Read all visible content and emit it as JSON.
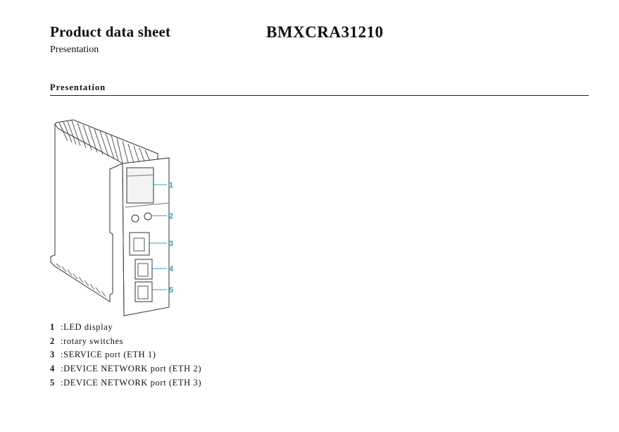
{
  "header": {
    "title": "Product data sheet",
    "subtitle": "Presentation",
    "product_code": "BMXCRA31210"
  },
  "section": {
    "heading": "Presentation"
  },
  "figure": {
    "callout_color": "#29a3c6",
    "callouts": [
      "1",
      "2",
      "3",
      "4",
      "5"
    ]
  },
  "legend": {
    "items": [
      {
        "num": "1",
        "sep": ":",
        "text": "LED display"
      },
      {
        "num": "2",
        "sep": ":",
        "text": "rotary switches"
      },
      {
        "num": "3",
        "sep": ":",
        "text": "SERVICE port (ETH 1)"
      },
      {
        "num": "4",
        "sep": ":",
        "text": "DEVICE NETWORK port (ETH 2)"
      },
      {
        "num": "5",
        "sep": ":",
        "text": "DEVICE NETWORK port (ETH 3)"
      }
    ]
  }
}
